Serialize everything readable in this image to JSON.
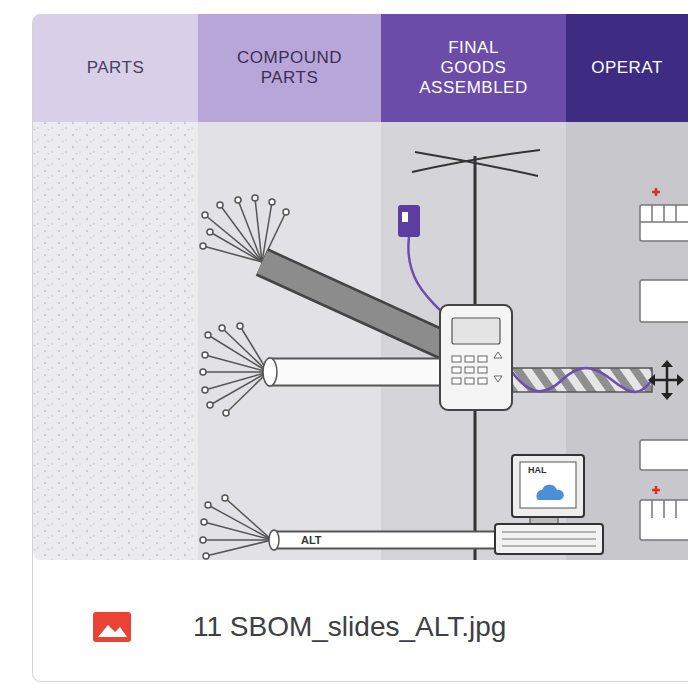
{
  "diagram": {
    "nodes": [
      {
        "text": [
          "PARTS"
        ]
      },
      {
        "text": [
          "COMPOUND PARTS"
        ]
      },
      {
        "text": [
          "FINAL GOODS ASSEMBLED"
        ]
      },
      {
        "text": [
          "OPERAT"
        ]
      }
    ],
    "labels": [
      "ALT",
      "HAL",
      "11 SBOM_slides_ALT.jpg"
    ]
  }
}
